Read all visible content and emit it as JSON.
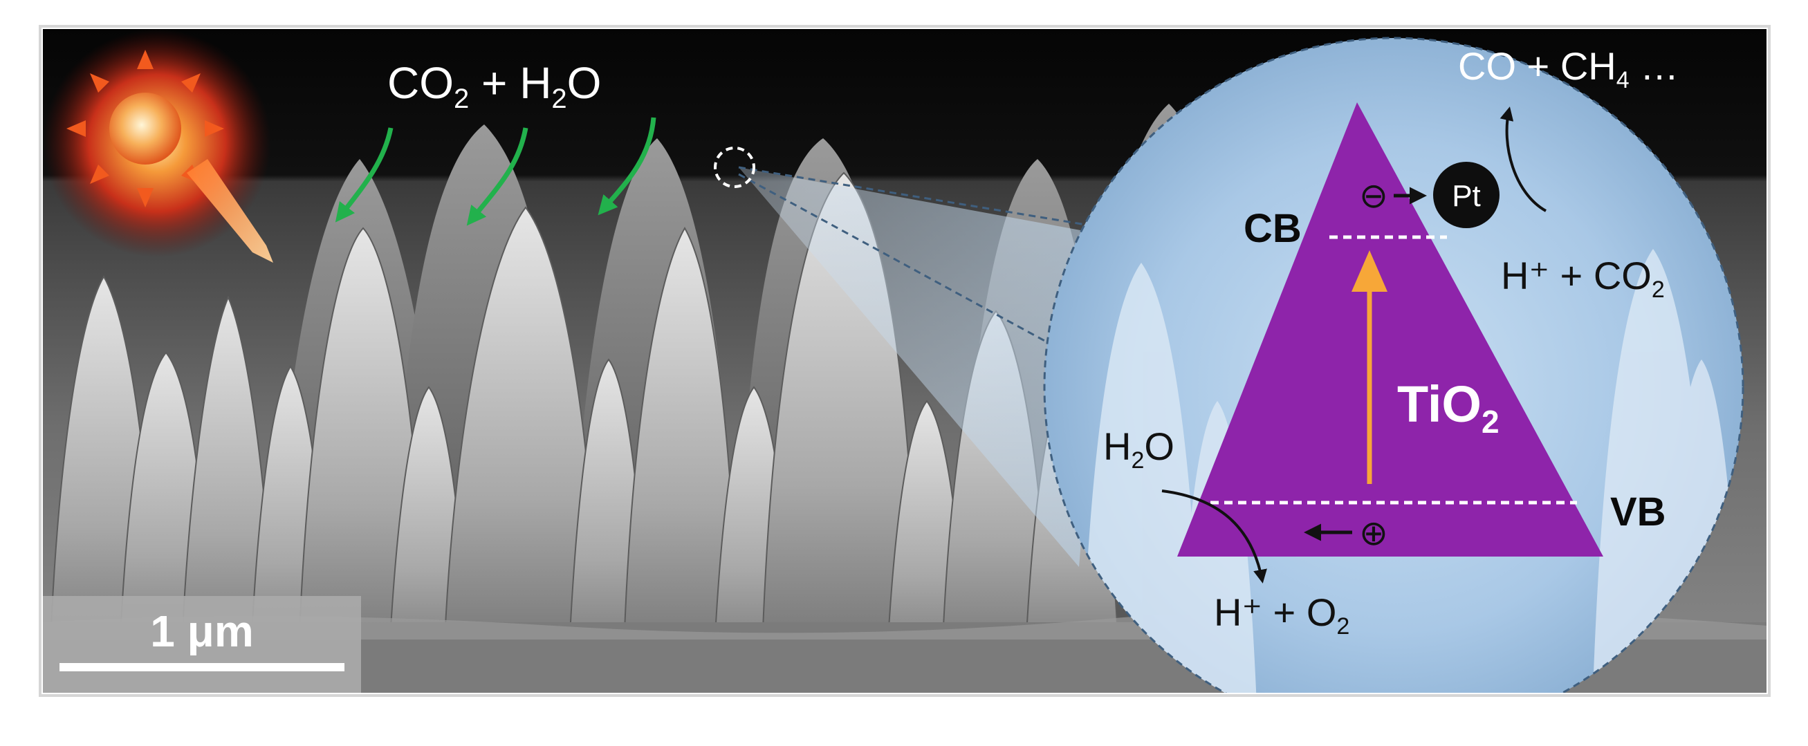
{
  "labels": {
    "reactants": "CO",
    "reactants_sub1": "2",
    "reactants_mid": " + H",
    "reactants_sub2": "2",
    "reactants_end": "O",
    "products": "CO + CH",
    "products_sub": "4",
    "products_end": " …",
    "cb": "CB",
    "vb": "VB",
    "material": "TiO",
    "material_sub": "2",
    "catalyst": "Pt",
    "electron": "⊖",
    "hole": "⊕",
    "reduction": "H⁺ + CO",
    "reduction_sub": "2",
    "oxidation_in": "H",
    "oxidation_in_sub": "2",
    "oxidation_in_end": "O",
    "oxidation_out": "H⁺ + O",
    "oxidation_out_sub": "2",
    "scale_bar": "1 μm"
  },
  "colors": {
    "triangle": "#8e24aa",
    "excitation_arrow": "#f7a738",
    "diffusion_arrows": "#22b14c",
    "sun": "#e8401c",
    "lens": "#a9c8e6"
  }
}
